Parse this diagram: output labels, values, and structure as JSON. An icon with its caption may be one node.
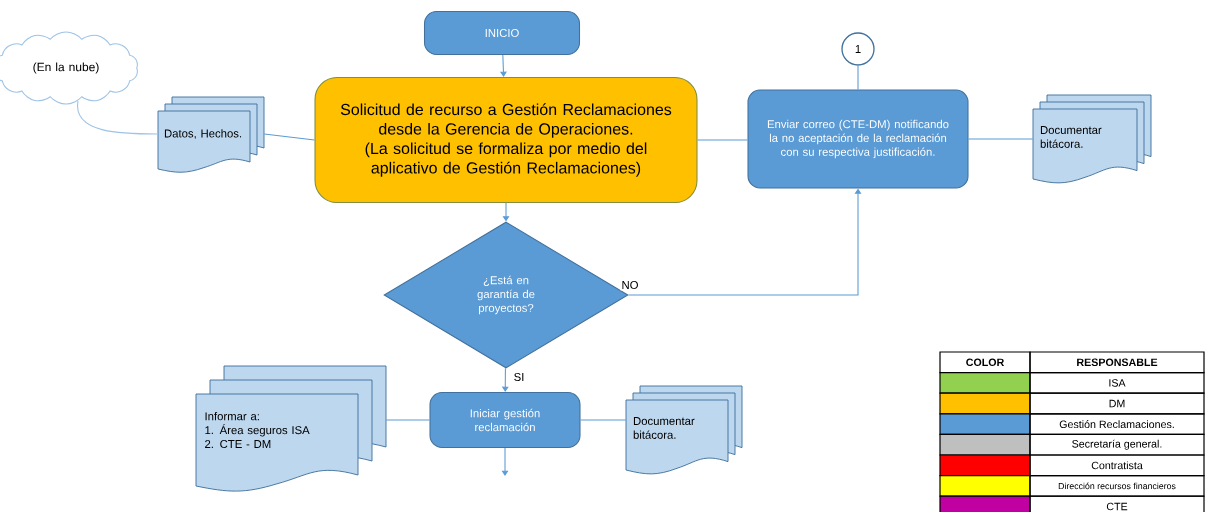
{
  "diagram": {
    "nodes": [
      {
        "text": [
          "INICIO"
        ]
      },
      {
        "text": [
          "Solicitud de recurso a Gestión Reclamaciones desde la Gerencia de Operaciones.",
          "(La solicitud se formaliza por medio del aplicativo de Gestión Reclamaciones)"
        ]
      },
      {
        "text": [
          "(En la nube)"
        ]
      },
      {
        "text": [
          "Datos, Hechos."
        ]
      },
      {
        "text": [
          "1"
        ]
      },
      {
        "text": [
          "Enviar correo (CTE-DM) notificando la no aceptación de la reclamación con su respectiva justificación."
        ]
      },
      {
        "text": [
          "Documentar bitácora."
        ]
      },
      {
        "text": [
          "¿Está en garantía de proyectos?"
        ]
      },
      {
        "text": [
          "Informar a:",
          "1. Área seguros ISA",
          "2. CTE - DM"
        ]
      },
      {
        "text": [
          "Iniciar gestión reclamación"
        ]
      },
      {
        "text": [
          "Documentar bitácora."
        ]
      }
    ],
    "edges": [
      {
        "from": 0,
        "to": 1,
        "arrow": "to"
      },
      {
        "from": 2,
        "to": 3,
        "arrow": "none"
      },
      {
        "from": 3,
        "to": 1,
        "arrow": "none"
      },
      {
        "from": 1,
        "to": 5,
        "arrow": "none"
      },
      {
        "from": 4,
        "to": 5,
        "arrow": "none"
      },
      {
        "from": 5,
        "to": 6,
        "arrow": "none"
      },
      {
        "from": 1,
        "to": 7,
        "arrow": "to"
      },
      {
        "from": 7,
        "to": 5,
        "arrow": "to",
        "label": "NO"
      },
      {
        "from": 7,
        "to": 9,
        "arrow": "to",
        "label": "SI"
      },
      {
        "from": 8,
        "to": 9,
        "arrow": "none"
      },
      {
        "from": 9,
        "to": 10,
        "arrow": "none"
      },
      {
        "from": 9,
        "to": null,
        "arrow": "to"
      }
    ],
    "labels": [
      "COLOR",
      "RESPONSABLE"
    ],
    "legend": [
      {
        "text": "ISA",
        "color": "#92d050"
      },
      {
        "text": "DM",
        "color": "#ffc000"
      },
      {
        "text": "Gestión Reclamaciones.",
        "color": "#5b9bd5"
      },
      {
        "text": "Secretaría general.",
        "color": "#bfbfbf"
      },
      {
        "text": "Contratista",
        "color": "#ff0000"
      },
      {
        "text": "Dirección recursos financieros",
        "color": "#ffff00"
      },
      {
        "text": "CTE",
        "color": "#c000a0"
      }
    ]
  }
}
